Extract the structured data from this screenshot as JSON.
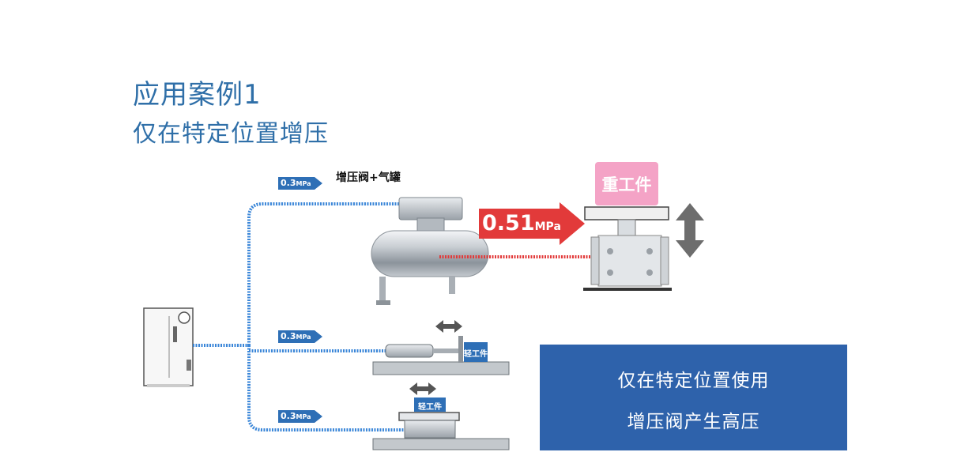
{
  "heading": {
    "title": "应用案例1",
    "subtitle": "仅在特定位置增压"
  },
  "labels": {
    "tank": "增压阀+气罐",
    "heavy_workpiece": "重工件",
    "light_workpiece_1": "轻工件",
    "light_workpiece_2": "轻工件"
  },
  "pressures": {
    "line_top": {
      "value": "0.3",
      "unit": "MPa"
    },
    "line_mid": {
      "value": "0.3",
      "unit": "MPa"
    },
    "line_bottom": {
      "value": "0.3",
      "unit": "MPa"
    },
    "boosted": {
      "value": "0.51",
      "unit": "MPa"
    }
  },
  "panel": {
    "line1": "仅在特定位置使用",
    "line2": "增压阀产生高压"
  },
  "colors": {
    "title": "#2f6fa8",
    "pipe": "#3a86d8",
    "arrow_tag": "#2e6fb6",
    "high_pressure": "#e23a3a",
    "heavy_block": "#f4a3c6",
    "panel": "#2e62ab"
  }
}
